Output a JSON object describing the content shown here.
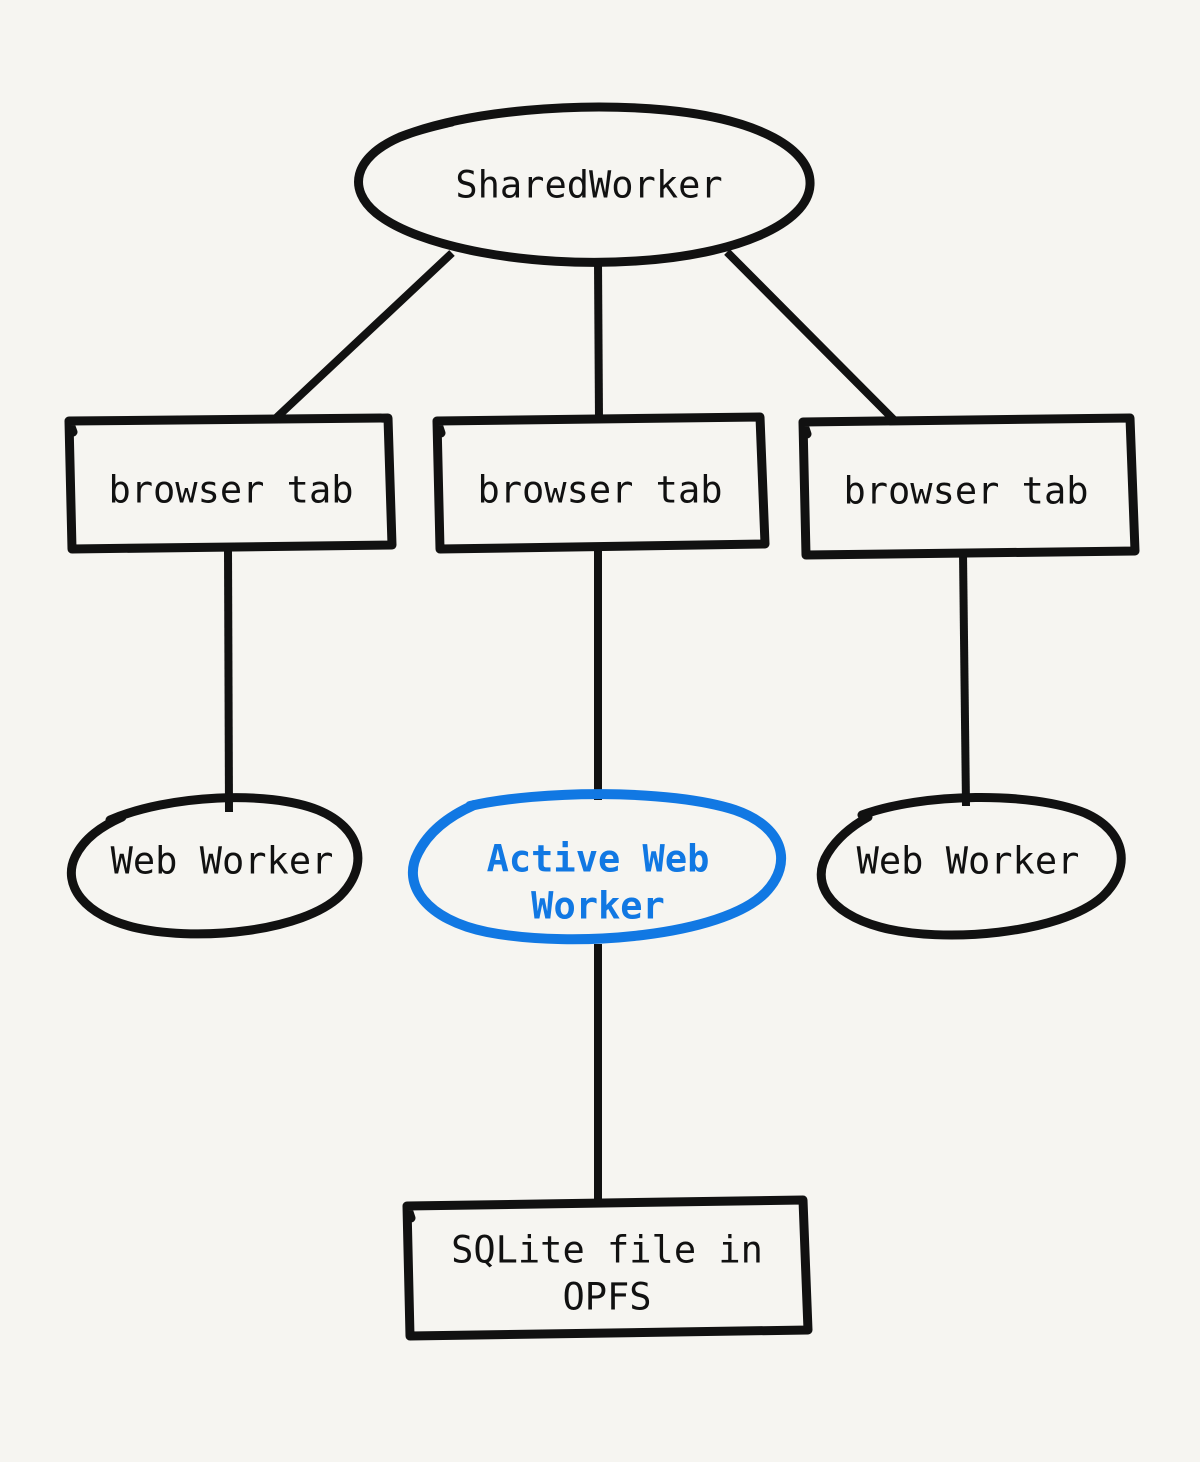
{
  "diagram": {
    "title": "SharedWorker / browser tab / Web Worker / OPFS architecture",
    "background_color": "#f6f5f1",
    "stroke_color": "#111111",
    "accent_color": "#1178e3",
    "style": "hand-drawn sketch",
    "nodes": [
      {
        "id": "shared-worker",
        "label": "SharedWorker",
        "shape": "ellipse",
        "color": "#111111",
        "highlighted": false
      },
      {
        "id": "browser-tab-left",
        "label": "browser tab",
        "shape": "rectangle",
        "color": "#111111",
        "highlighted": false
      },
      {
        "id": "browser-tab-center",
        "label": "browser tab",
        "shape": "rectangle",
        "color": "#111111",
        "highlighted": false
      },
      {
        "id": "browser-tab-right",
        "label": "browser tab",
        "shape": "rectangle",
        "color": "#111111",
        "highlighted": false
      },
      {
        "id": "web-worker-left",
        "label": "Web Worker",
        "shape": "ellipse",
        "color": "#111111",
        "highlighted": false
      },
      {
        "id": "active-web-worker",
        "label_line1": "Active Web",
        "label_line2": "Worker",
        "label": "Active Web Worker",
        "shape": "ellipse",
        "color": "#1178e3",
        "highlighted": true
      },
      {
        "id": "web-worker-right",
        "label": "Web Worker",
        "shape": "ellipse",
        "color": "#111111",
        "highlighted": false
      },
      {
        "id": "sqlite-opfs",
        "label_line1": "SQLite file in",
        "label_line2": "OPFS",
        "label": "SQLite file in OPFS",
        "shape": "rectangle",
        "color": "#111111",
        "highlighted": false
      }
    ],
    "edges": [
      {
        "id": "edge-sw-tab-left",
        "from": "shared-worker",
        "to": "browser-tab-left"
      },
      {
        "id": "edge-sw-tab-center",
        "from": "shared-worker",
        "to": "browser-tab-center"
      },
      {
        "id": "edge-sw-tab-right",
        "from": "shared-worker",
        "to": "browser-tab-right"
      },
      {
        "id": "edge-tab-left-worker-left",
        "from": "browser-tab-left",
        "to": "web-worker-left"
      },
      {
        "id": "edge-tab-center-active-worker",
        "from": "browser-tab-center",
        "to": "active-web-worker"
      },
      {
        "id": "edge-tab-right-worker-right",
        "from": "browser-tab-right",
        "to": "web-worker-right"
      },
      {
        "id": "edge-active-worker-sqlite",
        "from": "active-web-worker",
        "to": "sqlite-opfs"
      }
    ]
  }
}
